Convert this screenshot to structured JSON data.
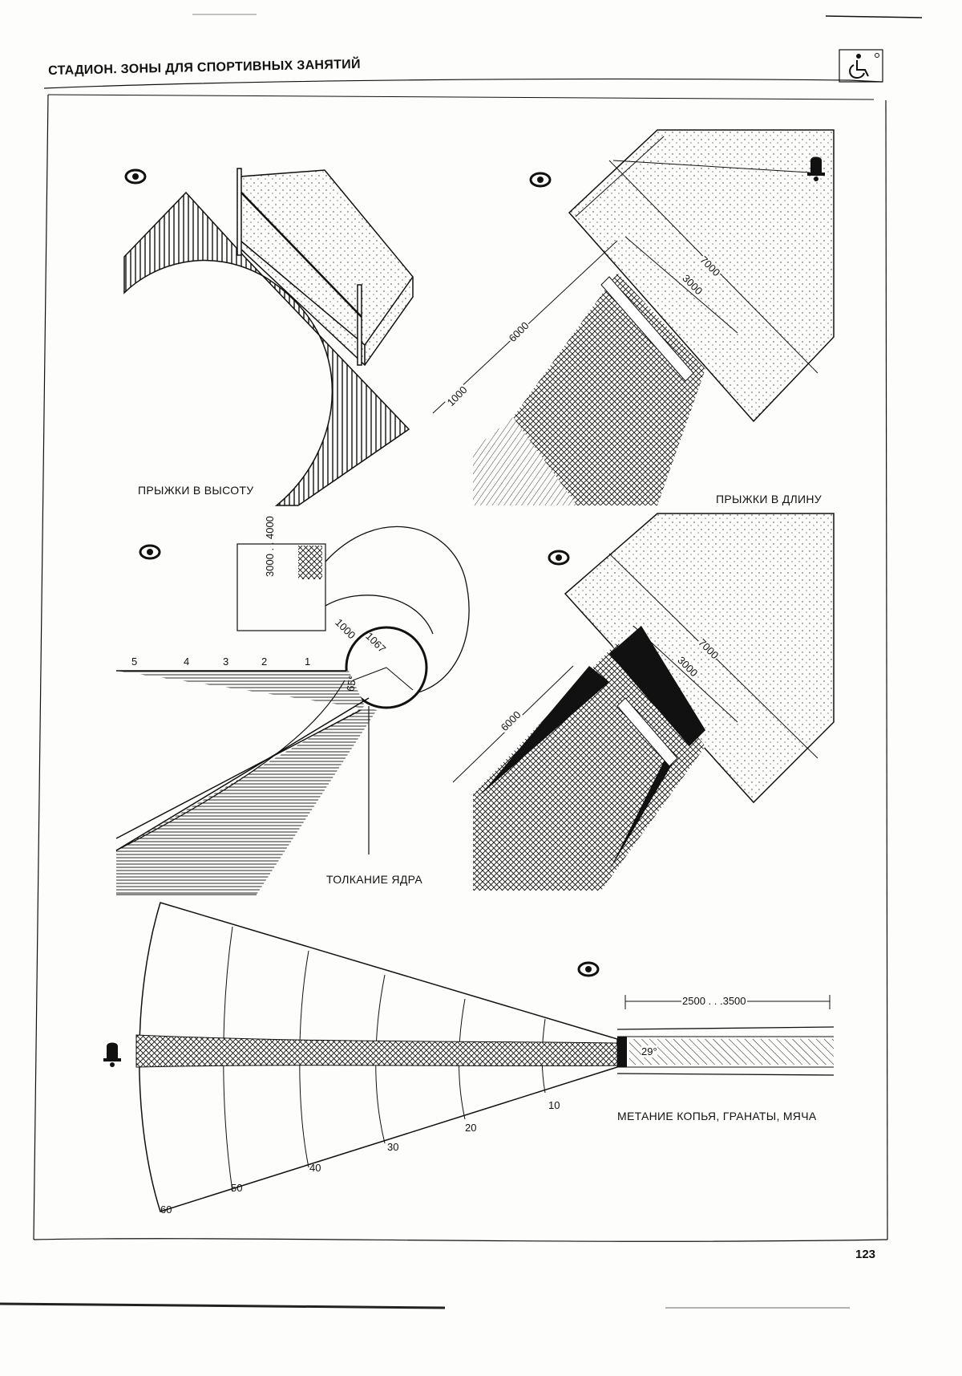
{
  "header": {
    "title": "СТАДИОН. ЗОНЫ ДЛЯ СПОРТИВНЫХ ЗАНЯТИЙ",
    "page_number": "123"
  },
  "icons": {
    "corner": "wheelchair-accessibility-icon",
    "eye": "eye-icon",
    "bell": "bell-icon"
  },
  "sections": {
    "high_jump": {
      "label": "ПРЫЖКИ В ВЫСОТУ"
    },
    "long_jump": {
      "label": "ПРЫЖКИ В ДЛИНУ",
      "dims": [
        "7000",
        "3000",
        "6000",
        "1000"
      ]
    },
    "shot_put": {
      "label": "ТОЛКАНИЕ ЯДРА",
      "dims": [
        "3000 . . 4000",
        "1000",
        "1067",
        "65°"
      ],
      "sector_marks": [
        "5",
        "4",
        "3",
        "2",
        "1"
      ]
    },
    "triple_jump": {
      "dims": [
        "7000",
        "3000",
        "6000"
      ]
    },
    "throwing": {
      "label": "МЕТАНИЕ КОПЬЯ, ГРАНАТЫ, МЯЧА",
      "runway_dim": "2500 . . .3500",
      "angle": "29°",
      "distance_marks": [
        "10",
        "20",
        "30",
        "40",
        "50",
        "60"
      ]
    }
  }
}
